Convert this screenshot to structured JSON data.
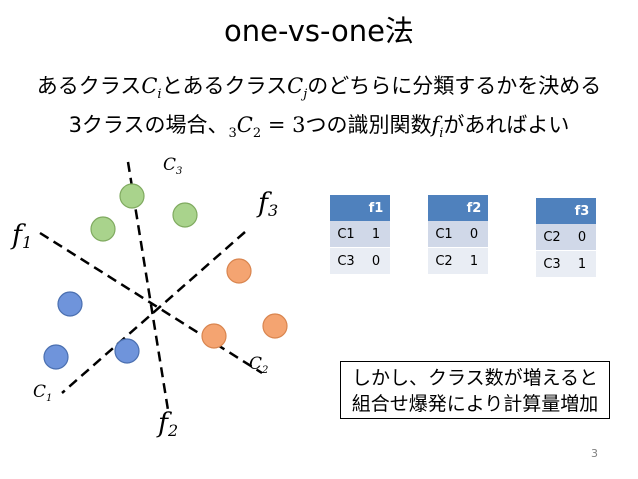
{
  "title": "one-vs-one法",
  "line1": {
    "a": "あるクラス",
    "c1": "C",
    "c1sub": "i",
    "b": "とあるクラス",
    "c2": "C",
    "c2sub": "j",
    "c": "のどちらに分類するかを決める"
  },
  "line2": {
    "a": "3クラスの場合、",
    "pre": "3",
    "c": "C",
    "csub": "2",
    "eq": " = 3",
    "b": "つの識別関数",
    "f": "f",
    "fsub": "i",
    "d": "があればよい"
  },
  "diagram": {
    "labels": {
      "c3": "C",
      "c3sub": "3",
      "c2": "C",
      "c2sub": "2",
      "c1": "C",
      "c1sub": "1",
      "f1": "f",
      "f1sub": "1",
      "f2": "f",
      "f2sub": "2",
      "f3": "f",
      "f3sub": "3"
    },
    "colors": {
      "class1": "#6f94db",
      "class2": "#f4a471",
      "class3": "#a9d38c",
      "class1_stroke": "#4a6fb0",
      "class2_stroke": "#d9854f",
      "class3_stroke": "#7faa5f"
    }
  },
  "tables": [
    {
      "header": [
        "",
        "f1"
      ],
      "rows": [
        [
          "C1",
          "1"
        ],
        [
          "C3",
          "0"
        ]
      ]
    },
    {
      "header": [
        "",
        "f2"
      ],
      "rows": [
        [
          "C1",
          "0"
        ],
        [
          "C2",
          "1"
        ]
      ]
    },
    {
      "header": [
        "",
        "f3"
      ],
      "rows": [
        [
          "C2",
          "0"
        ],
        [
          "C3",
          "1"
        ]
      ]
    }
  ],
  "note": {
    "line1": "しかし、クラス数が増えると",
    "line2": "組合せ爆発により計算量増加"
  },
  "page_number": "3"
}
